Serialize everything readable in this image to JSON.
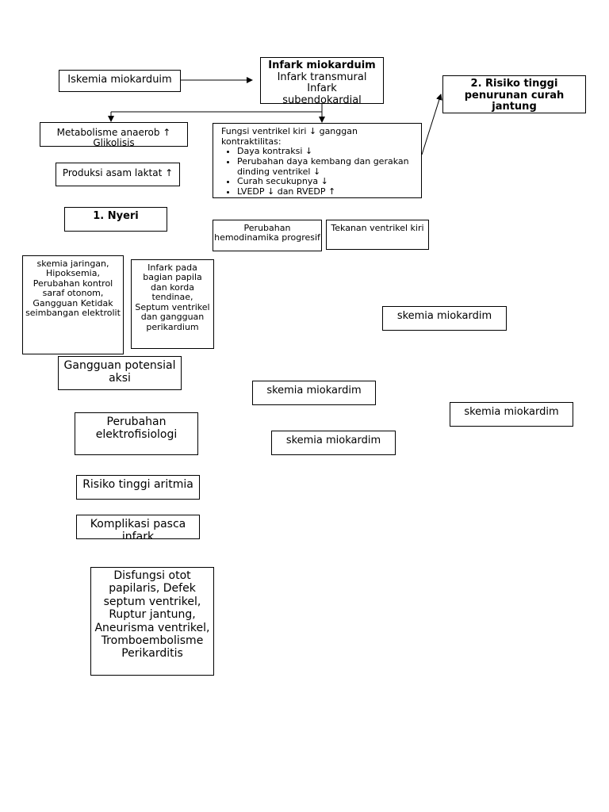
{
  "nodes": {
    "iskemia": "Iskemia miokarduim",
    "infark": {
      "title": "Infark miokarduim",
      "lines": [
        "Infark transmural",
        "Infark",
        "subendokardial"
      ]
    },
    "risiko_curah": "2.  Risiko tinggi penurunan curah jantung",
    "metabolisme": {
      "line1": "Metabolisme anaerob ↑",
      "line2": "Glikolisis"
    },
    "fungsi": {
      "intro": "Fungsi ventrikel kiri ↓ ganggan kontraktilitas:",
      "bullets": [
        "Daya kontraksi ↓",
        "Perubahan daya kembang dan gerakan dinding ventrikel ↓",
        "Curah secukupnya ↓",
        "LVEDP ↓ dan RVEDP ↑"
      ]
    },
    "produksi": "Produksi asam laktat ↑",
    "nyeri": "1.  Nyeri",
    "hemodinamika": "Perubahan hemodinamika progresif",
    "tekanan": "Tekanan ventrikel kiri",
    "skemia_jaringan": "skemia jaringan, Hipoksemia, Perubahan kontrol saraf otonom, Gangguan Ketidak seimbangan elektrolit",
    "infark_papila": "Infark pada bagian papila dan korda tendinae, Septum ventrikel dan gangguan perikardium",
    "skemia1": "skemia miokardim",
    "gangguan_potensial": "Gangguan potensial aksi",
    "skemia2": "skemia miokardim",
    "skemia3": "skemia miokardim",
    "perubahan_elektro": "Perubahan elektrofisiologi",
    "skemia4": "skemia miokardim",
    "risiko_aritmia": "Risiko tinggi aritmia",
    "komplikasi": "Komplikasi pasca infark",
    "disfungsi": "Disfungsi otot papilaris, Defek septum ventrikel, Ruptur jantung, Aneurisma ventrikel, Tromboembolisme Perikarditis"
  }
}
